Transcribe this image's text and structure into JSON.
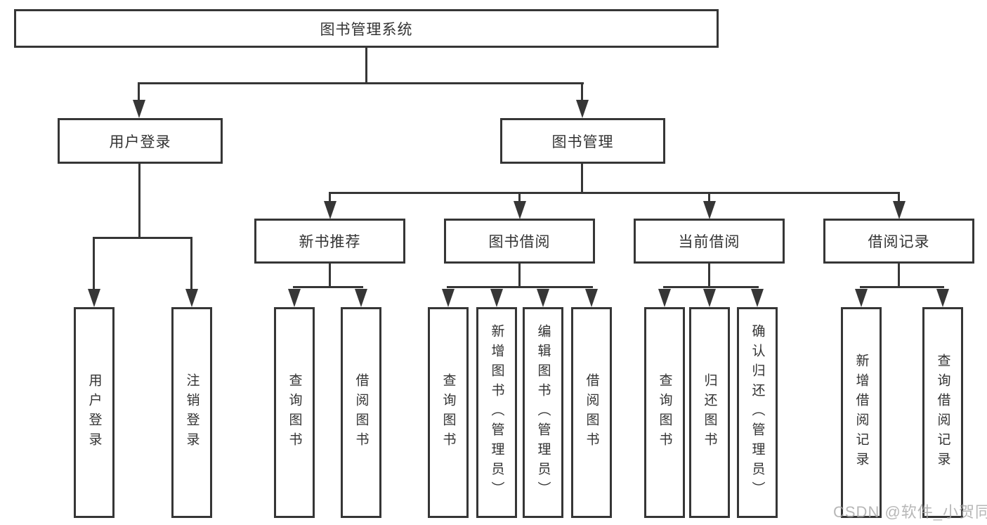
{
  "diagram": {
    "root": {
      "label": "图书管理系统"
    },
    "branches": [
      {
        "label": "用户登录",
        "children": [
          {
            "label": "用户登录"
          },
          {
            "label": "注销登录"
          }
        ]
      },
      {
        "label": "图书管理",
        "children": [
          {
            "label": "新书推荐",
            "children": [
              {
                "label": "查询图书"
              },
              {
                "label": "借阅图书"
              }
            ]
          },
          {
            "label": "图书借阅",
            "children": [
              {
                "label": "查询图书"
              },
              {
                "label": "新增图书（管理员）"
              },
              {
                "label": "编辑图书（管理员）"
              },
              {
                "label": "借阅图书"
              }
            ]
          },
          {
            "label": "当前借阅",
            "children": [
              {
                "label": "查询图书"
              },
              {
                "label": "归还图书"
              },
              {
                "label": "确认归还（管理员）"
              }
            ]
          },
          {
            "label": "借阅记录",
            "children": [
              {
                "label": "新增借阅记录"
              },
              {
                "label": "查询借阅记录"
              }
            ]
          }
        ]
      }
    ]
  },
  "watermark": {
    "text": "CSDN @软件_小贺同学"
  },
  "colors": {
    "line": "#363636",
    "text": "#333333",
    "background": "#ffffff",
    "watermark": "#a6a6a6"
  }
}
